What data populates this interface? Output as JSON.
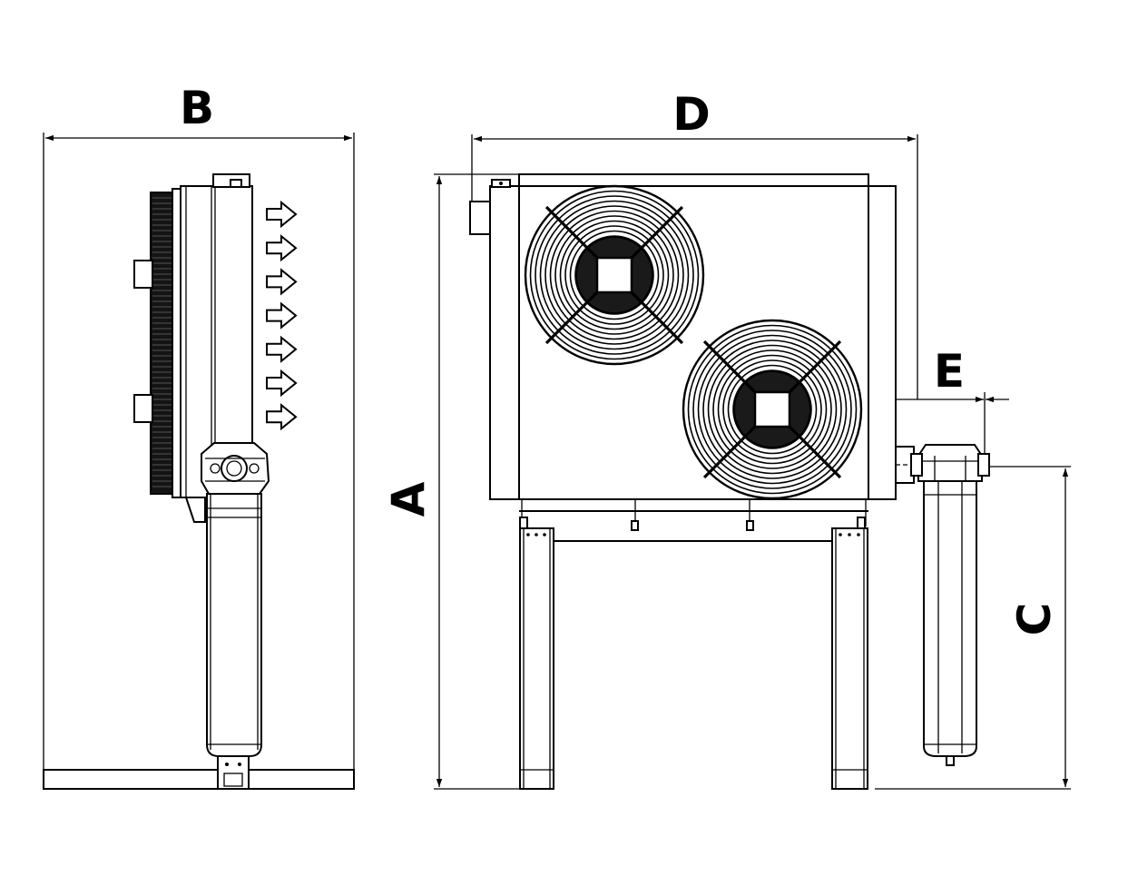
{
  "diagram": {
    "labels": {
      "A": "A",
      "B": "B",
      "C": "C",
      "D": "D",
      "E": "E"
    },
    "views": [
      "side-view",
      "front-view",
      "filter-view"
    ],
    "airflow_arrow_count": 7,
    "fan_count": 2,
    "colors": {
      "line": "#000000",
      "background": "#ffffff"
    }
  }
}
